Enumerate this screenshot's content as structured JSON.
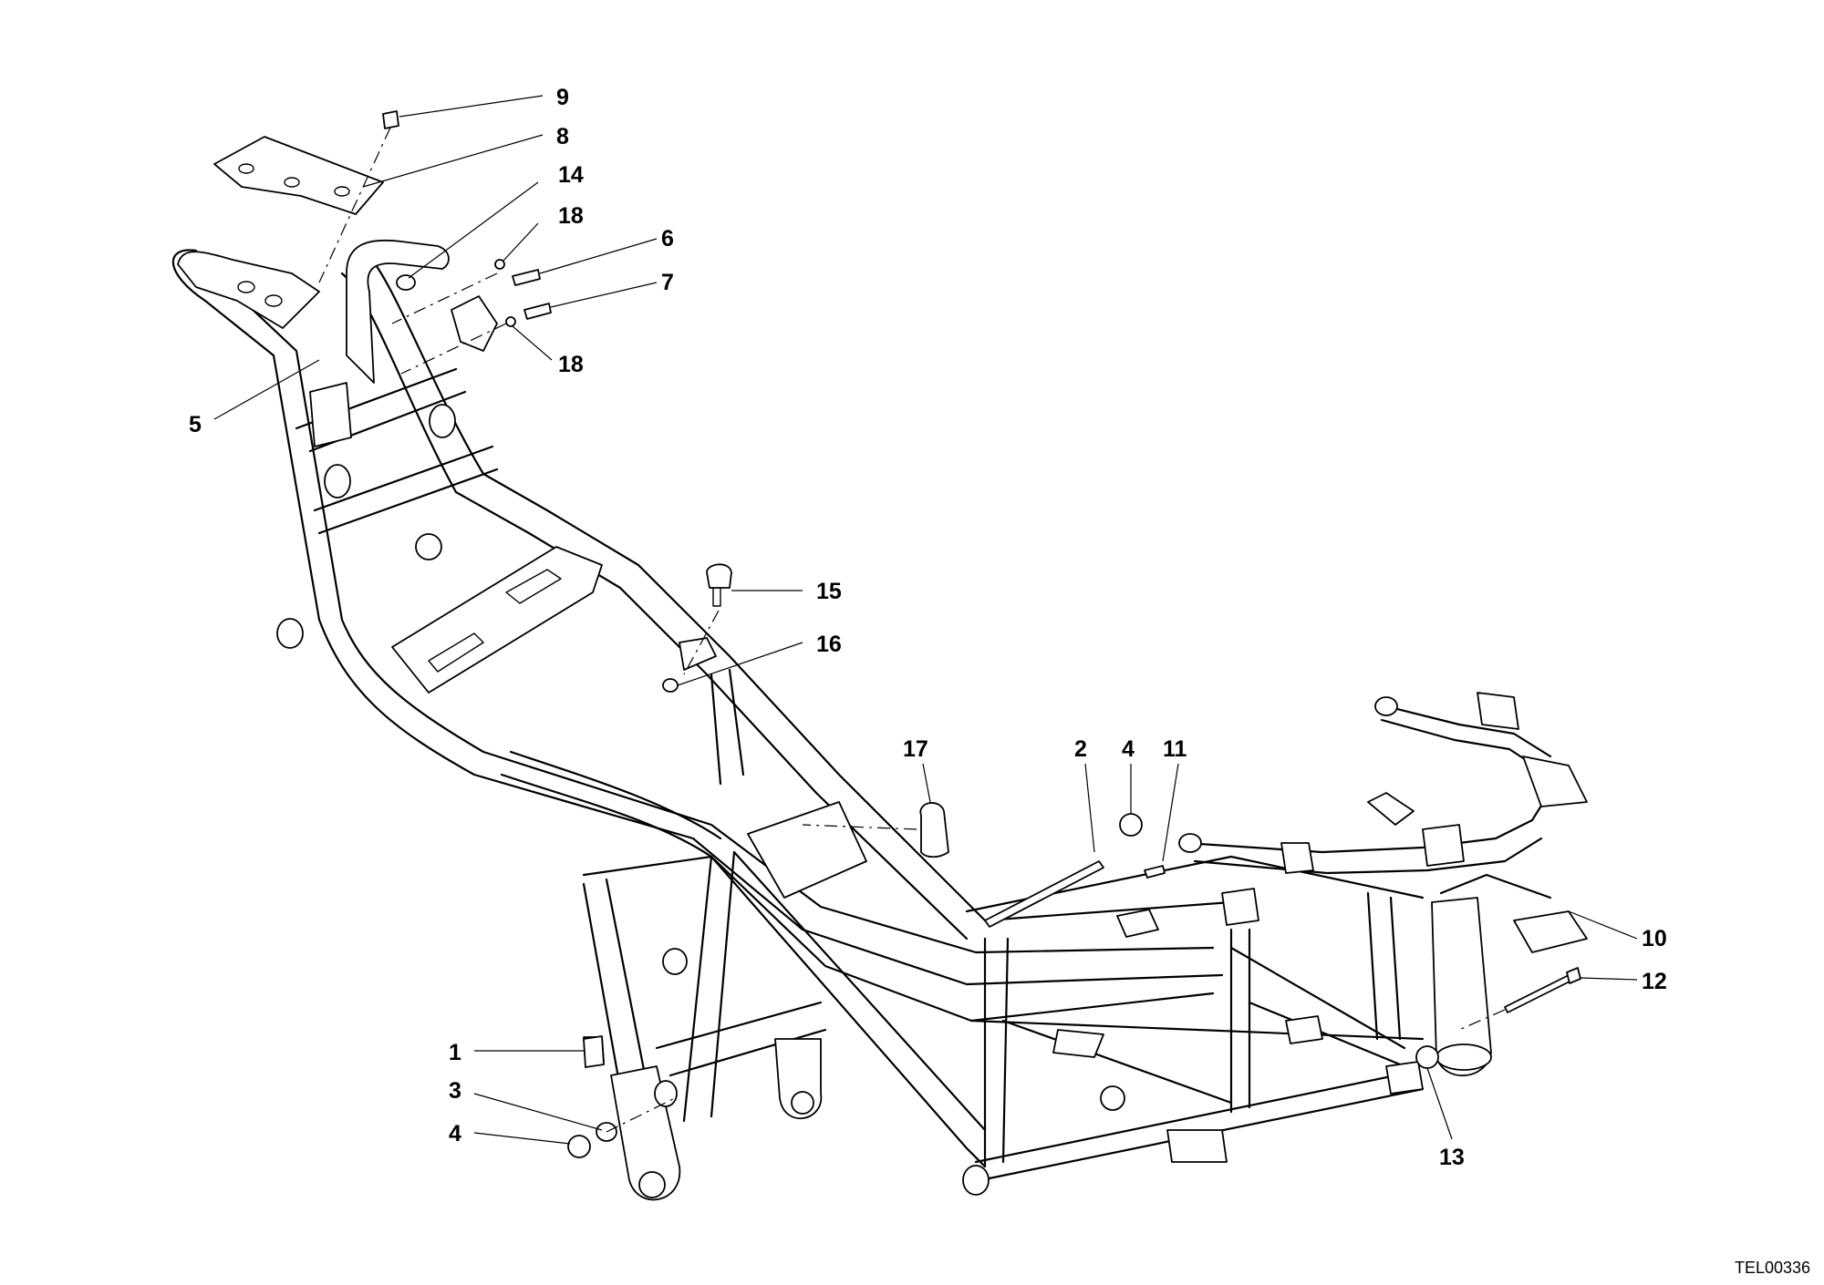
{
  "diagram": {
    "reference_code": "TEL00336",
    "callouts": [
      {
        "id": "c9",
        "label": "9"
      },
      {
        "id": "c8",
        "label": "8"
      },
      {
        "id": "c14",
        "label": "14"
      },
      {
        "id": "c18a",
        "label": "18"
      },
      {
        "id": "c6",
        "label": "6"
      },
      {
        "id": "c7",
        "label": "7"
      },
      {
        "id": "c18b",
        "label": "18"
      },
      {
        "id": "c5",
        "label": "5"
      },
      {
        "id": "c15",
        "label": "15"
      },
      {
        "id": "c16",
        "label": "16"
      },
      {
        "id": "c17",
        "label": "17"
      },
      {
        "id": "c2",
        "label": "2"
      },
      {
        "id": "c4a",
        "label": "4"
      },
      {
        "id": "c11",
        "label": "11"
      },
      {
        "id": "c10",
        "label": "10"
      },
      {
        "id": "c12",
        "label": "12"
      },
      {
        "id": "c1",
        "label": "1"
      },
      {
        "id": "c3",
        "label": "3"
      },
      {
        "id": "c4b",
        "label": "4"
      },
      {
        "id": "c13",
        "label": "13"
      }
    ]
  }
}
